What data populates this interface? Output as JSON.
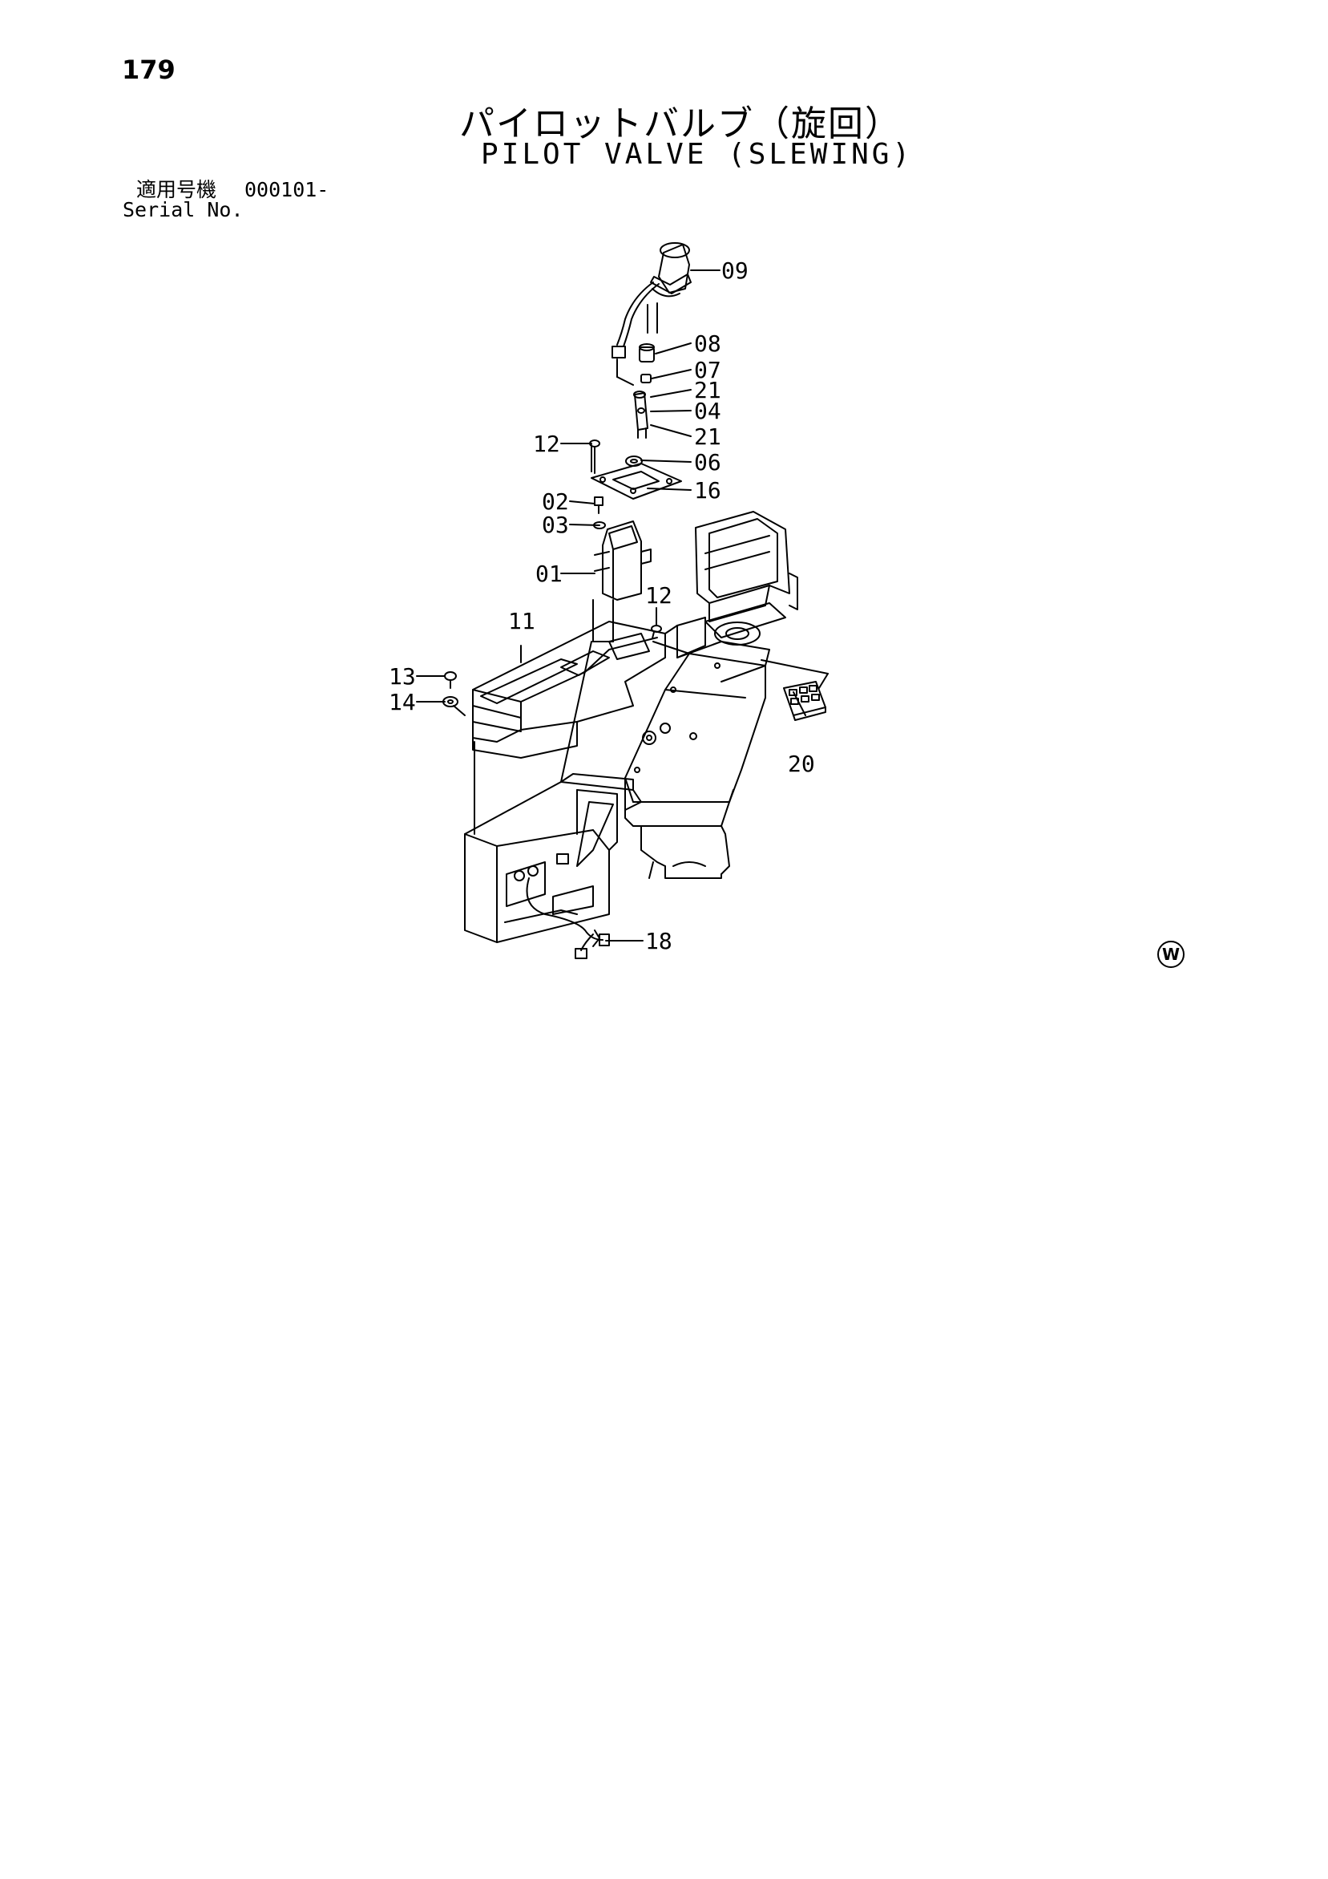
{
  "page_number": "179",
  "title_jp": "パイロットバルブ（旋回）",
  "title_en": "PILOT VALVE (SLEWING)",
  "serial": {
    "label_jp": "適用号機",
    "value": "000101-",
    "label_en": "Serial No."
  },
  "callouts": {
    "c09": "09",
    "c08": "08",
    "c07": "07",
    "c21a": "21",
    "c04": "04",
    "c21b": "21",
    "c12a": "12",
    "c06": "06",
    "c16": "16",
    "c02": "02",
    "c03": "03",
    "c01": "01",
    "c12b": "12",
    "c11": "11",
    "c13": "13",
    "c14": "14",
    "c20": "20",
    "c18": "18"
  },
  "corner_mark": "W"
}
